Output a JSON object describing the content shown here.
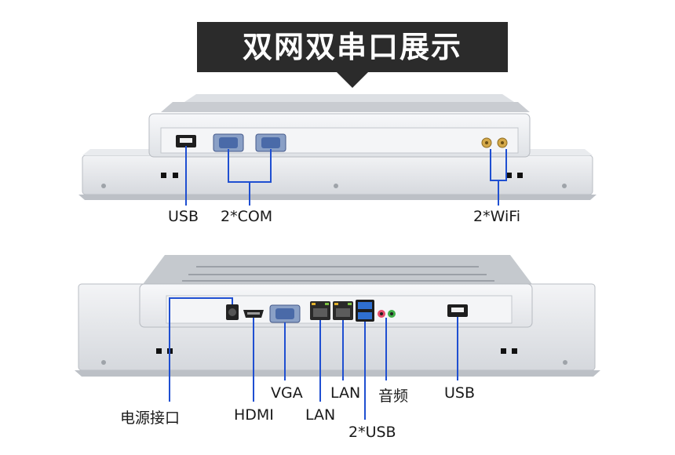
{
  "banner": {
    "title": "双网双串口展示"
  },
  "top_panel": {
    "labels": {
      "usb": "USB",
      "com": "2*COM",
      "wifi": "2*WiFi"
    }
  },
  "bottom_panel": {
    "labels": {
      "power": "电源接口",
      "hdmi": "HDMI",
      "vga": "VGA",
      "lan1": "LAN",
      "lan2": "LAN",
      "usb2": "2*USB",
      "audio": "音频",
      "usb": "USB"
    }
  },
  "colors": {
    "callout_line": "#1f4fd1",
    "banner": "#2b2b2b",
    "chassis": "#e6e8ec"
  }
}
